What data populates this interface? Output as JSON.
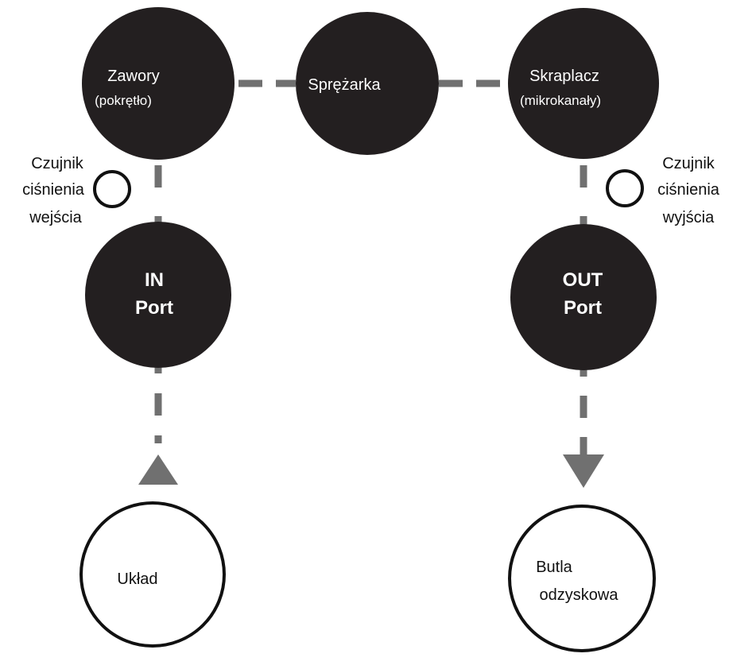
{
  "colors": {
    "node_fill": "#231f20",
    "connector": "#707070",
    "outline": "#111111",
    "background": "#ffffff",
    "text_light": "#ffffff",
    "text_dark": "#111111"
  },
  "nodes": {
    "valves": {
      "title": "Zawory",
      "subtitle": "(pokrętło)"
    },
    "compressor": {
      "title": "Sprężarka"
    },
    "condenser": {
      "title": "Skraplacz",
      "subtitle": "(mikrokanały)"
    },
    "in_port": {
      "line1": "IN",
      "line2": "Port"
    },
    "out_port": {
      "line1": "OUT",
      "line2": "Port"
    },
    "system": {
      "title": "Układ"
    },
    "recovery_bottle": {
      "line1": "Butla",
      "line2": "odzyskowa"
    }
  },
  "sensors": {
    "inlet": {
      "line1": "Czujnik",
      "line2": "ciśnienia",
      "line3": "wejścia"
    },
    "outlet": {
      "line1": "Czujnik",
      "line2": "ciśnienia",
      "line3": "wyjścia"
    }
  },
  "icons": {
    "inlet_arrow": "triangle-up-icon",
    "outlet_arrow": "triangle-down-icon",
    "inlet_sensor": "circle-outline-icon",
    "outlet_sensor": "circle-outline-icon"
  }
}
